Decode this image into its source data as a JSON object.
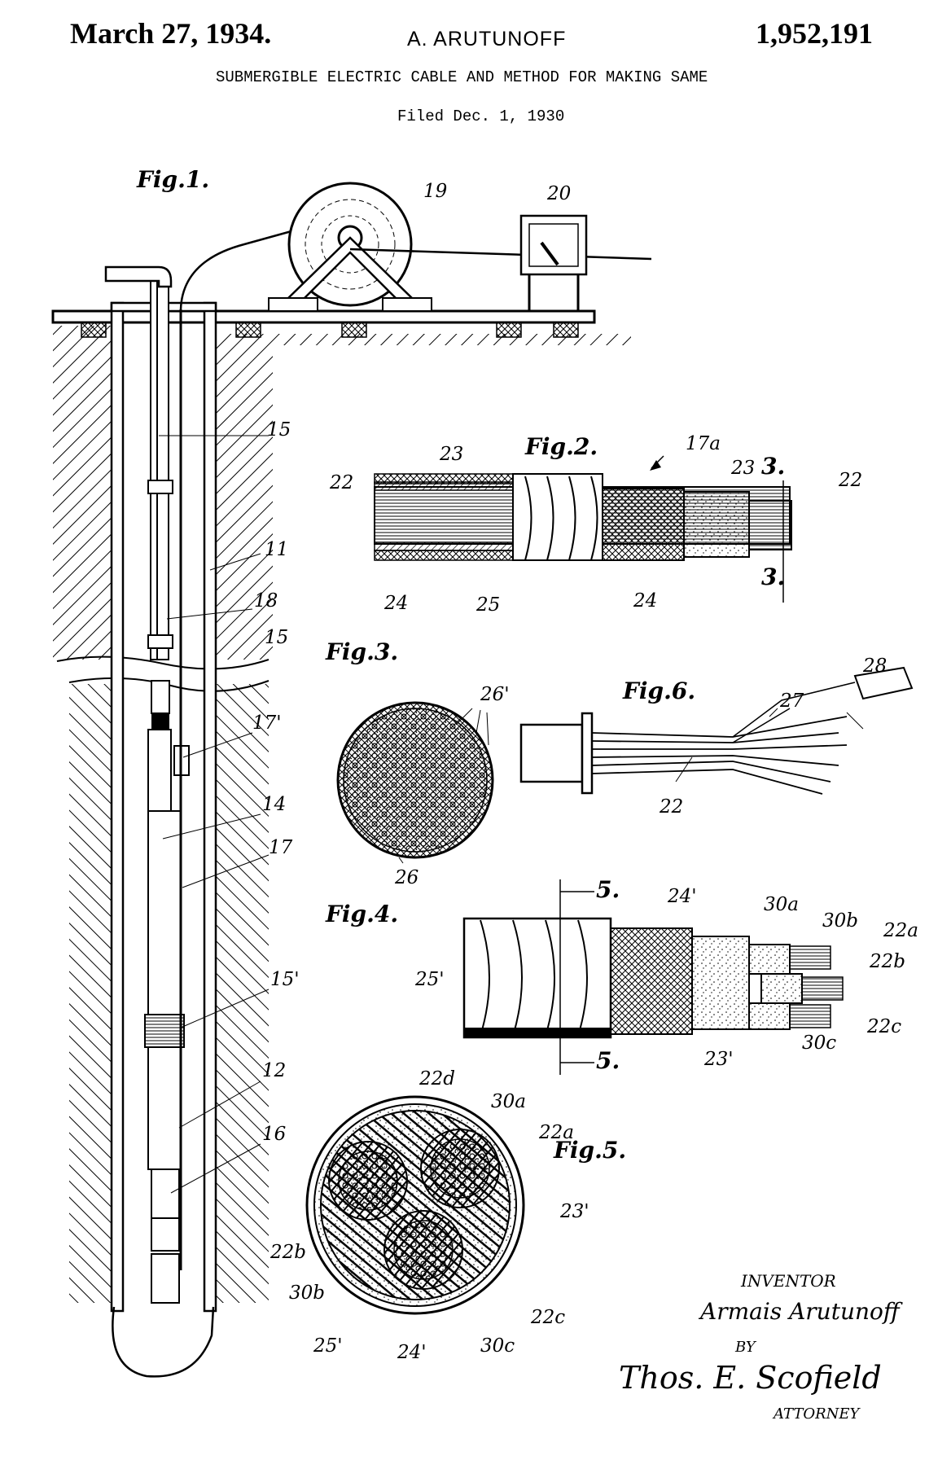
{
  "header": {
    "date": "March 27, 1934.",
    "inventor": "A. ARUTUNOFF",
    "patent_number": "1,952,191",
    "title": "SUBMERGIBLE ELECTRIC CABLE AND METHOD FOR MAKING SAME",
    "filed": "Filed Dec. 1, 1930"
  },
  "figures": {
    "fig1": "Fig.1.",
    "fig2": "Fig.2.",
    "fig3": "Fig.3.",
    "fig4": "Fig.4.",
    "fig5": "Fig.5.",
    "fig6": "Fig.6."
  },
  "labels": {
    "n19": "19",
    "n20": "20",
    "n15a": "15",
    "n11": "11",
    "n18": "18",
    "n15b": "15",
    "n17p": "17'",
    "n14": "14",
    "n17": "17",
    "n15p": "15'",
    "n12": "12",
    "n16": "16",
    "f2_22a": "22",
    "f2_23a": "23",
    "f2_17a": "17a",
    "f2_23b": "23",
    "f2_3a": "3.",
    "f2_22b": "22",
    "f2_3b": "3.",
    "f2_24a": "24",
    "f2_25": "25",
    "f2_24b": "24",
    "f3_26p": "26'",
    "f3_26": "26",
    "f6_28": "28",
    "f6_27": "27",
    "f6_22": "22",
    "f4_5a": "5.",
    "f4_24p": "24'",
    "f4_30a": "30a",
    "f4_30b": "30b",
    "f4_22a": "22a",
    "f4_22b": "22b",
    "f4_25p": "25'",
    "f4_22c": "22c",
    "f4_30c": "30c",
    "f4_23p": "23'",
    "f4_5b": "5.",
    "f5_22d": "22d",
    "f5_30a": "30a",
    "f5_22a": "22a",
    "f5_23p": "23'",
    "f5_22b": "22b",
    "f5_30b": "30b",
    "f5_25p": "25'",
    "f5_24p": "24'",
    "f5_30c": "30c",
    "f5_22c": "22c"
  },
  "signature": {
    "inventor_caption": "INVENTOR",
    "inventor_name": "Armais Arutunoff",
    "by": "BY",
    "attorney_name": "Thos. E. Scofield",
    "attorney_caption": "ATTORNEY"
  },
  "colors": {
    "ink": "#000000",
    "paper": "#ffffff"
  }
}
